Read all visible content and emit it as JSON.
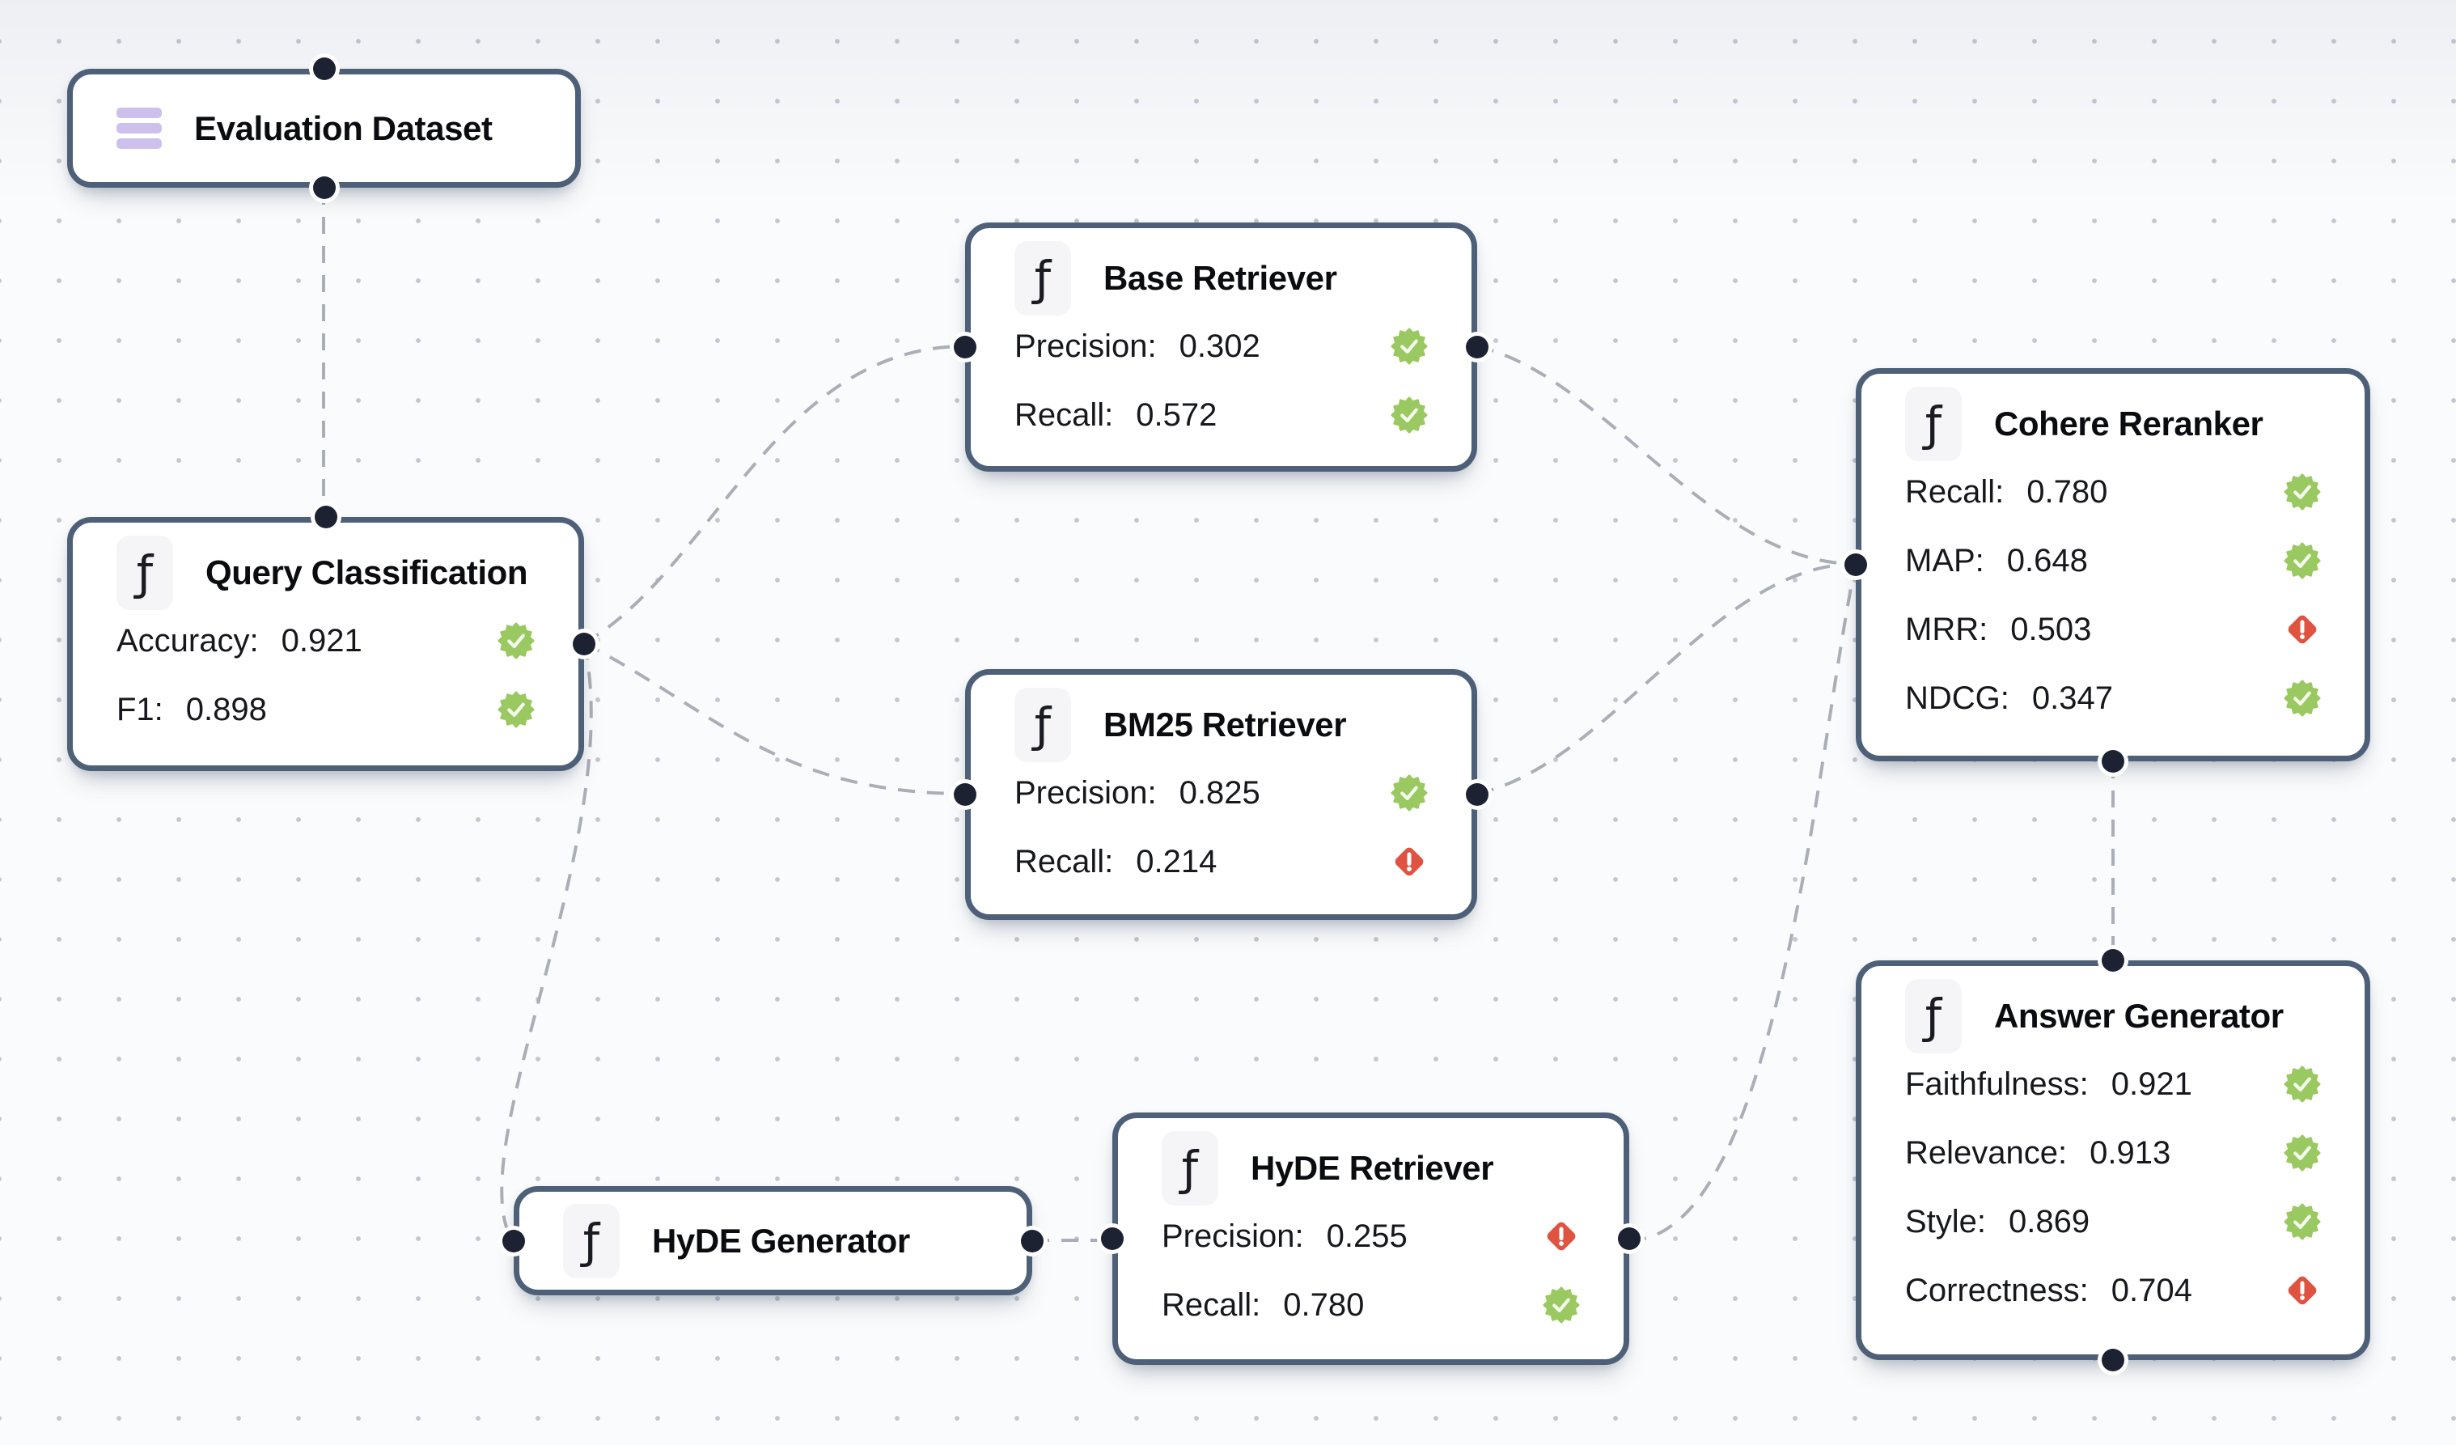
{
  "canvas": {
    "background_color": "#fafbfc",
    "dot_color": "#969caa",
    "top_gradient_color": "#edeff3"
  },
  "colors": {
    "node_border": "#4d6078",
    "handle": "#1d2233",
    "edge": "#aaaeb6",
    "pass_badge": "#9ac961",
    "fail_badge": "#e05341",
    "function_plate": "#f5f5f7",
    "dataset_icon": "#cdc0ec"
  },
  "nodes": [
    {
      "id": "evaluation-dataset",
      "title": "Evaluation Dataset",
      "icon": "dataset-icon",
      "metrics": []
    },
    {
      "id": "query-classification",
      "title": "Query Classification",
      "icon": "function-icon",
      "metrics": [
        {
          "label": "Accuracy:",
          "value": "0.921",
          "status": "pass"
        },
        {
          "label": "F1:",
          "value": "0.898",
          "status": "pass"
        }
      ]
    },
    {
      "id": "base-retriever",
      "title": "Base Retriever",
      "icon": "function-icon",
      "metrics": [
        {
          "label": "Precision:",
          "value": "0.302",
          "status": "pass"
        },
        {
          "label": "Recall:",
          "value": "0.572",
          "status": "pass"
        }
      ]
    },
    {
      "id": "bm25-retriever",
      "title": "BM25 Retriever",
      "icon": "function-icon",
      "metrics": [
        {
          "label": "Precision:",
          "value": "0.825",
          "status": "pass"
        },
        {
          "label": "Recall:",
          "value": "0.214",
          "status": "fail"
        }
      ]
    },
    {
      "id": "hyde-generator",
      "title": "HyDE Generator",
      "icon": "function-icon",
      "metrics": []
    },
    {
      "id": "hyde-retriever",
      "title": "HyDE Retriever",
      "icon": "function-icon",
      "metrics": [
        {
          "label": "Precision:",
          "value": "0.255",
          "status": "fail"
        },
        {
          "label": "Recall:",
          "value": "0.780",
          "status": "pass"
        }
      ]
    },
    {
      "id": "cohere-reranker",
      "title": "Cohere Reranker",
      "icon": "function-icon",
      "metrics": [
        {
          "label": "Recall:",
          "value": "0.780",
          "status": "pass"
        },
        {
          "label": "MAP:",
          "value": "0.648",
          "status": "pass"
        },
        {
          "label": "MRR:",
          "value": "0.503",
          "status": "fail"
        },
        {
          "label": "NDCG:",
          "value": "0.347",
          "status": "pass"
        }
      ]
    },
    {
      "id": "answer-generator",
      "title": "Answer Generator",
      "icon": "function-icon",
      "metrics": [
        {
          "label": "Faithfulness:",
          "value": "0.921",
          "status": "pass"
        },
        {
          "label": "Relevance:",
          "value": "0.913",
          "status": "pass"
        },
        {
          "label": "Style:",
          "value": "0.869",
          "status": "pass"
        },
        {
          "label": "Correctness:",
          "value": "0.704",
          "status": "fail"
        }
      ]
    }
  ],
  "edges": [
    {
      "source": "evaluation-dataset",
      "target": "query-classification"
    },
    {
      "source": "query-classification",
      "target": "base-retriever"
    },
    {
      "source": "query-classification",
      "target": "bm25-retriever"
    },
    {
      "source": "query-classification",
      "target": "hyde-generator"
    },
    {
      "source": "base-retriever",
      "target": "cohere-reranker"
    },
    {
      "source": "bm25-retriever",
      "target": "cohere-reranker"
    },
    {
      "source": "hyde-generator",
      "target": "hyde-retriever"
    },
    {
      "source": "hyde-retriever",
      "target": "cohere-reranker"
    },
    {
      "source": "cohere-reranker",
      "target": "answer-generator"
    }
  ]
}
